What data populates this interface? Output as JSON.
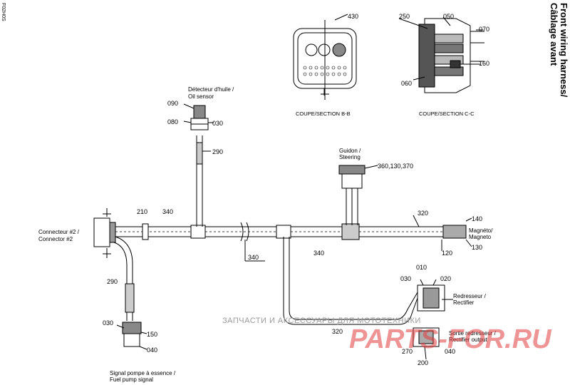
{
  "title": {
    "line1": "Front wiring harness/",
    "line2": "Câblage avant"
  },
  "doc_id": "F02H0S",
  "parts": {
    "p010": "010",
    "p020": "020",
    "p030a": "030",
    "p030b": "030",
    "p030c": "030",
    "p040": "040",
    "p050": "050",
    "p060": "060",
    "p070": "070",
    "p080": "080",
    "p090": "090",
    "p120": "120",
    "p130": "130",
    "p140": "140",
    "p150": "150",
    "p160": "160",
    "p200": "200",
    "p210": "210",
    "p250": "250",
    "p270": "270",
    "p290a": "290",
    "p290b": "290",
    "p320a": "320",
    "p320b": "320",
    "p340a": "340",
    "p340b": "340",
    "p340c": "340",
    "p430": "430",
    "p360": "360,130,370"
  },
  "labels": {
    "oil_fr": "Détecteur d'huile /",
    "oil_en": "Oil sensor",
    "conn_fr": "Connecteur #2 /",
    "conn_en": "Connector #2",
    "steer_fr": "Guidon /",
    "steer_en": "Steering",
    "magneto_fr": "Magnéto/",
    "magneto_en": "Magneto",
    "rect_fr": "Redresseur /",
    "rect_en": "Rectifier",
    "rectout_fr": "Sortie redresseur /",
    "rectout_en": "Rectifier output",
    "fuel_fr": "Signal pompe à essence /",
    "fuel_en": "Fuel pump signal",
    "section_b": "COUPE/SECTION B-B",
    "section_c": "COUPE/SECTION C-C"
  },
  "watermark": {
    "text_ru": "ЗАПЧАСТИ И АКСЕССУАРЫ ДЛЯ МОТОТЕХНИКИ",
    "brand": "PARTS-FOR.RU"
  }
}
